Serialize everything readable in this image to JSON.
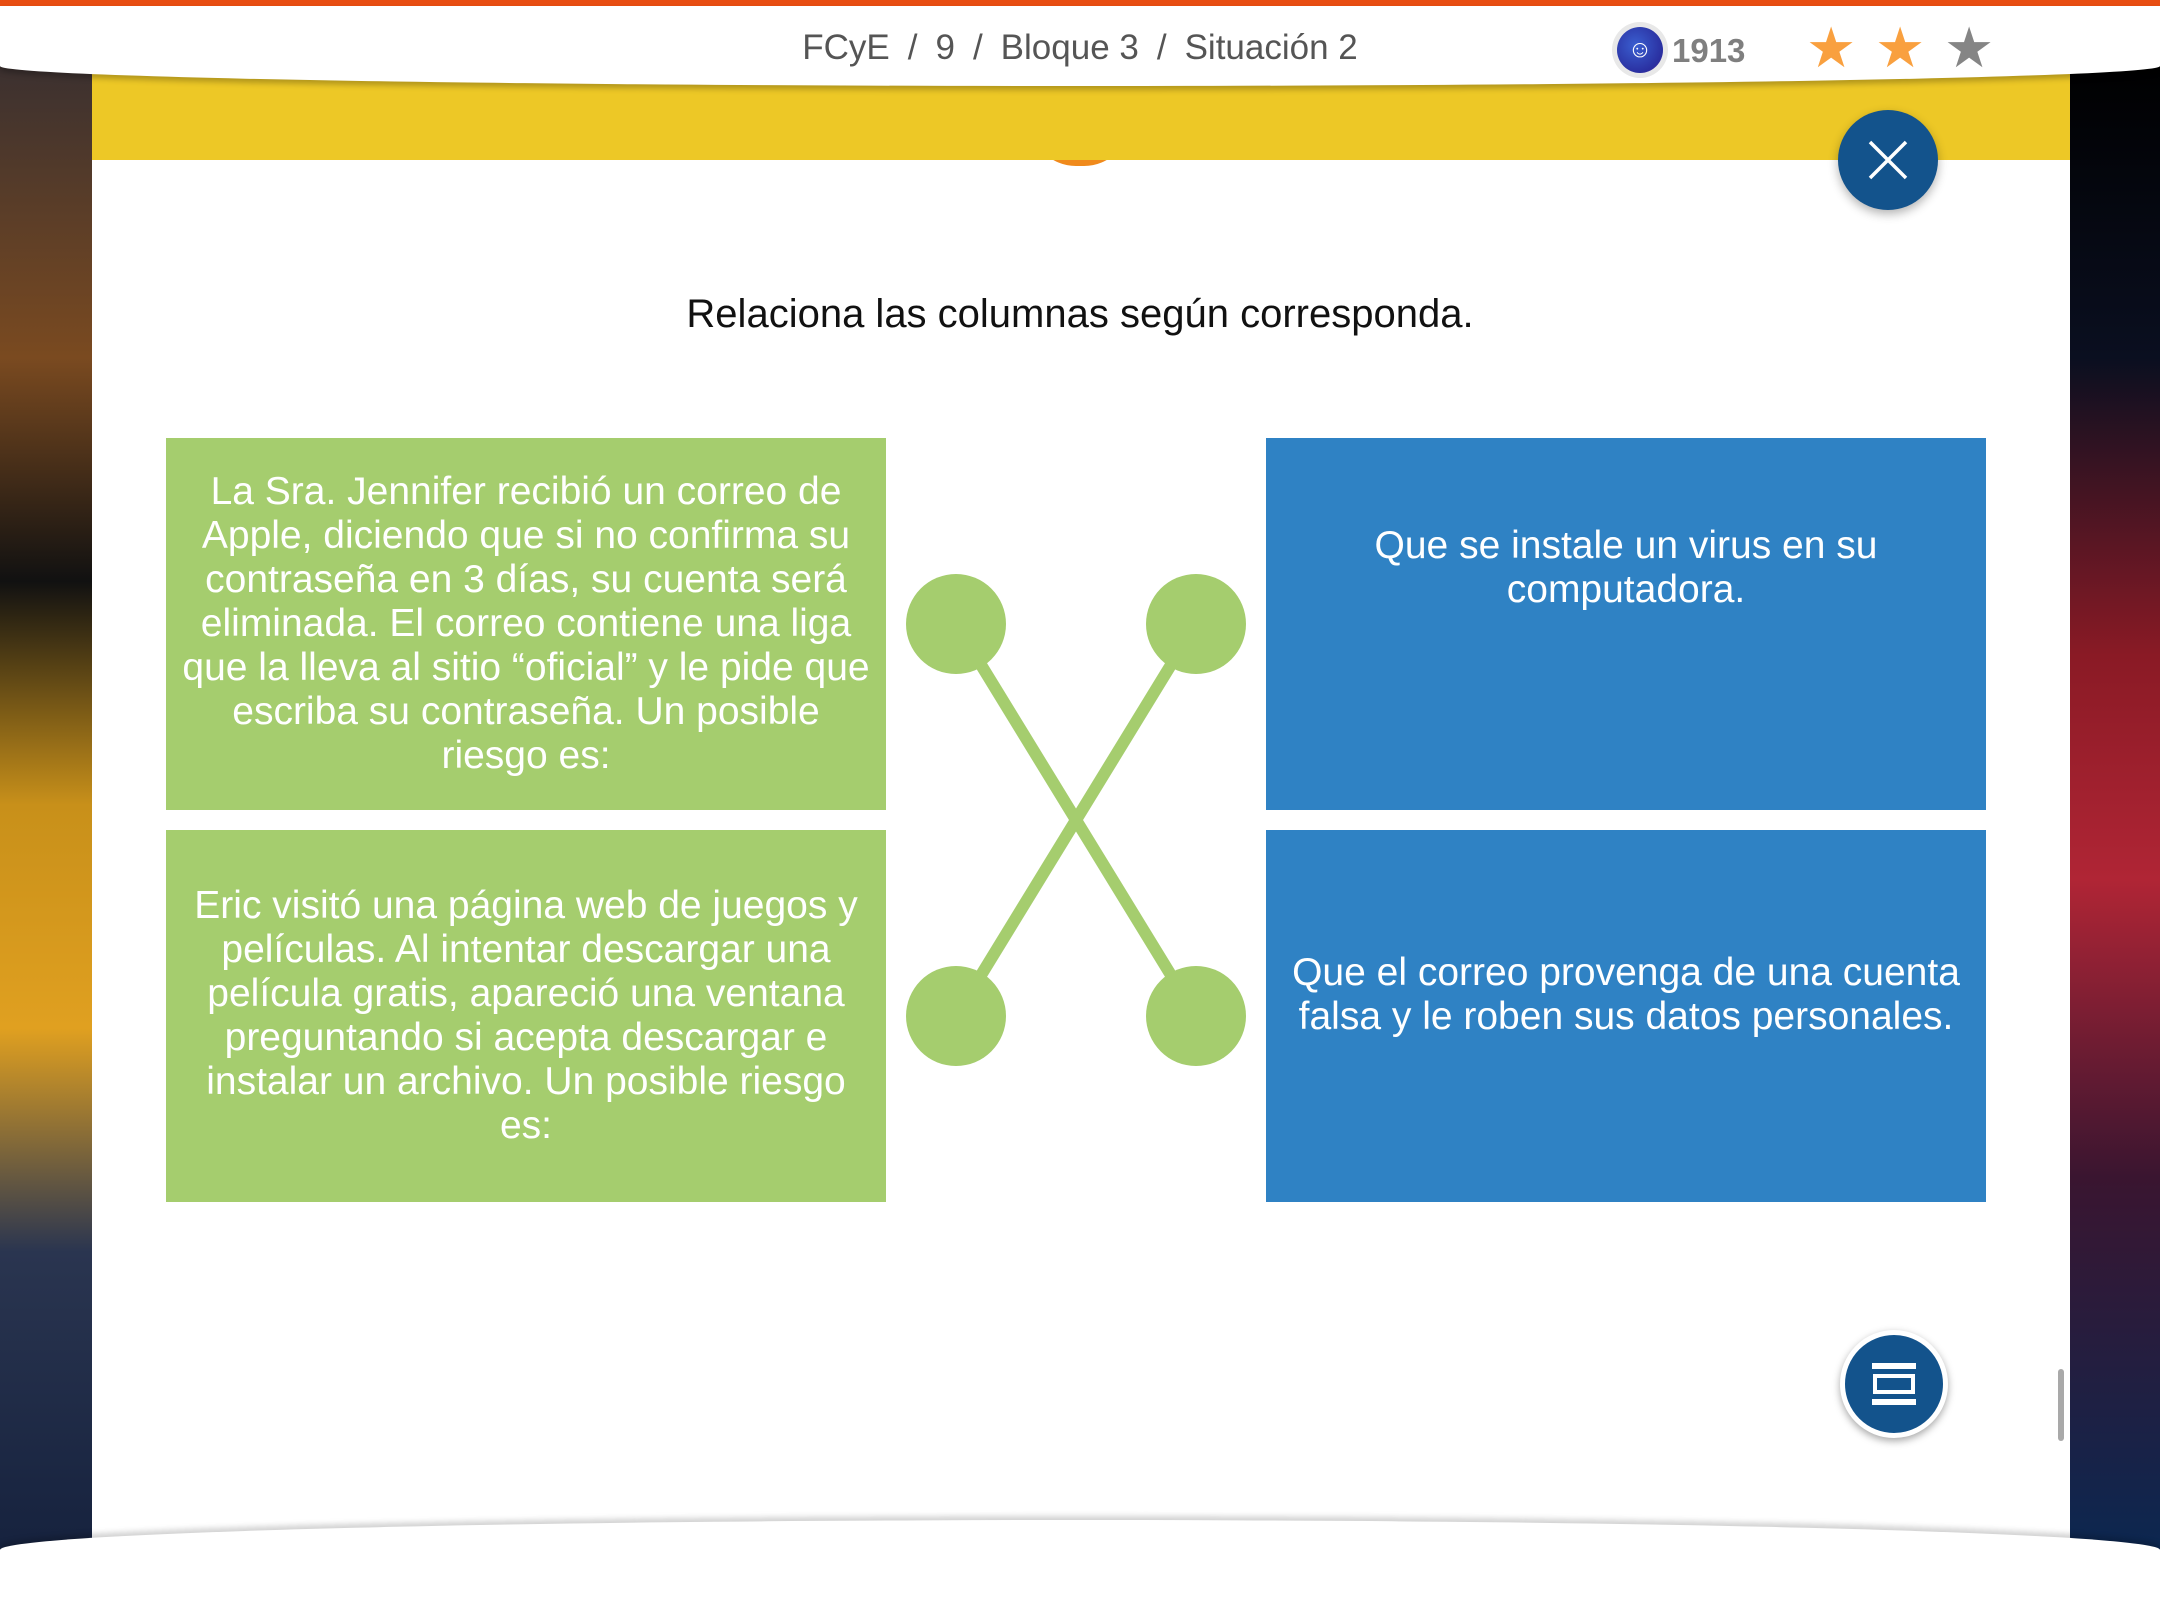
{
  "header": {
    "breadcrumb": [
      "FCyE",
      "9",
      "Bloque 3",
      "Situación 2"
    ],
    "separator": "/",
    "score": "1913",
    "stars_earned": 2,
    "stars_total": 3
  },
  "colors": {
    "accent_top": "#e84e12",
    "yellow": "#edc826",
    "green": "#a5cd6e",
    "blue": "#2f82c4",
    "button": "#13538c",
    "star_on": "#f9a03f",
    "star_off": "#858585"
  },
  "activity": {
    "instruction": "Relaciona las columnas según corresponda.",
    "left": [
      "La Sra. Jennifer recibió un correo de Apple, diciendo que si no confirma su contraseña en 3 días, su cuenta será eliminada. El correo contiene una liga que la lleva al sitio “oficial” y le pide que escriba su contraseña. Un posible riesgo es:",
      "Eric visitó una página web de juegos y películas. Al intentar descargar una película gratis, apareció una ventana preguntando si acepta descargar e instalar un archivo. Un posible riesgo es:"
    ],
    "right": [
      "Que se instale un virus en su computadora.",
      "Que el correo provenga de una cuenta falsa y le roben sus datos personales."
    ],
    "connections": [
      [
        0,
        1
      ],
      [
        1,
        0
      ]
    ]
  }
}
